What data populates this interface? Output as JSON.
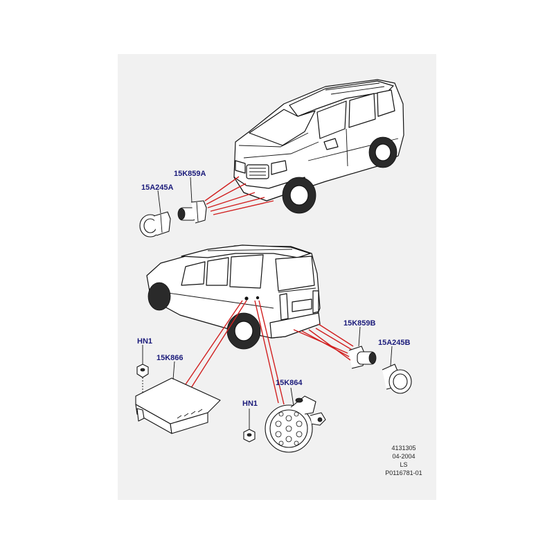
{
  "parts": {
    "front_bezel": "15A245A",
    "front_sensor": "15K859A",
    "rear_sensor": "15K859B",
    "rear_bezel": "15A245B",
    "nut_upper": "HN1",
    "control_module": "15K866",
    "nut_lower": "HN1",
    "sounder": "15K864"
  },
  "reference": {
    "number": "4131305",
    "date": "04-2004",
    "code": "LS",
    "illustration_id": "P0116781-01"
  },
  "colors": {
    "callout_text": "#1a1a7a",
    "connector_lines": "#d11f1f",
    "sheet_background": "#f1f1f1"
  }
}
